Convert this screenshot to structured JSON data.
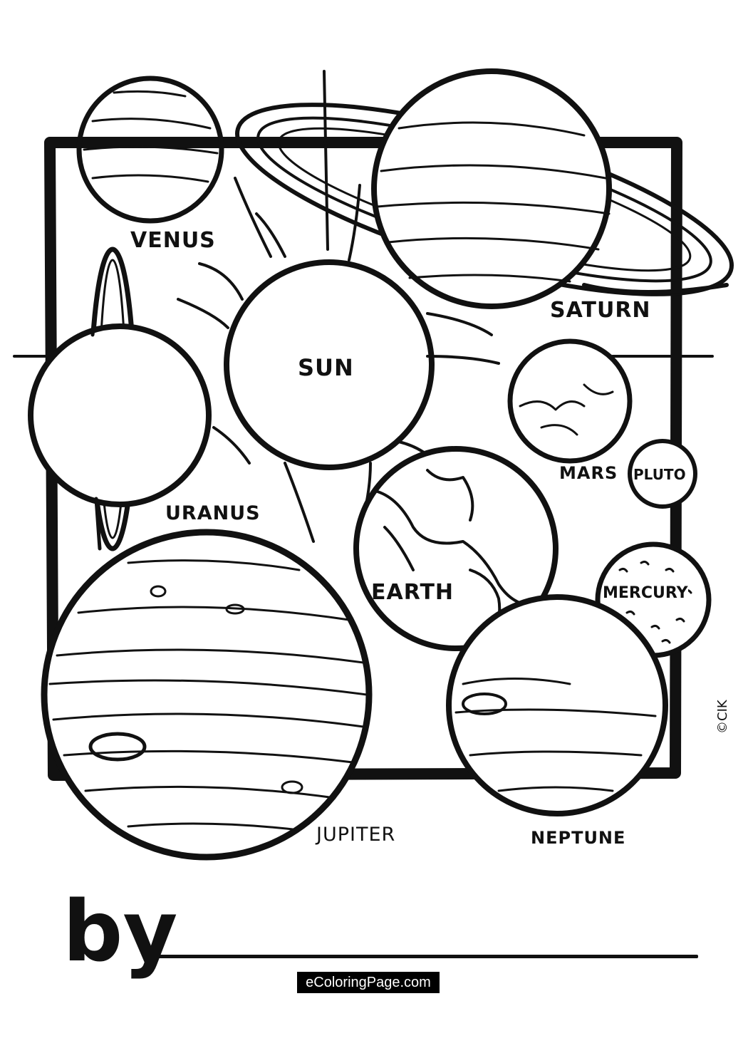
{
  "labels": {
    "venus": "VENUS",
    "saturn": "SATURN",
    "sun": "SUN",
    "uranus": "URANUS",
    "mars": "MARS",
    "pluto": "PLUTO",
    "earth": "EARTH",
    "mercury": "MERCURY",
    "jupiter": "JUPITER",
    "neptune": "NEPTUNE"
  },
  "copyright": "©CIK",
  "signature": {
    "prefix": "by"
  },
  "watermark": "eColoringPage.com",
  "colors": {
    "ink": "#111111",
    "paper": "#ffffff",
    "watermark_bg": "#000000"
  }
}
